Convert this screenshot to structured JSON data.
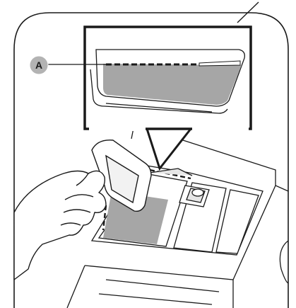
{
  "figure": {
    "callout_label": "A",
    "colors": {
      "line": "#1a1a1a",
      "fill": "#ffffff",
      "detergent": "#a6a6a6",
      "callout_badge": "#b3b3b3"
    },
    "icons": [
      "hand",
      "detergent-cup",
      "detergent-drawer",
      "magnifier-inset"
    ]
  }
}
